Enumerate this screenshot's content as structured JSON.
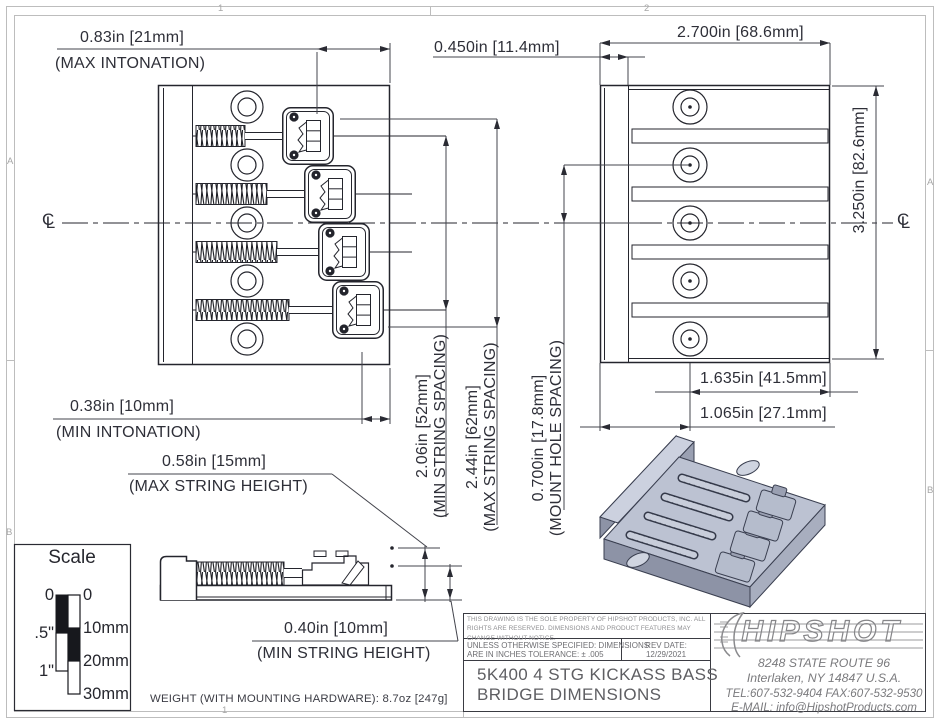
{
  "frame": {
    "zone_top": [
      "1",
      "2"
    ],
    "zone_bottom": [
      "1"
    ],
    "zone_left": [
      "A",
      "B"
    ],
    "zone_right": [
      "A",
      "B"
    ]
  },
  "symbols": {
    "centerline_c": "C",
    "centerline_l": "L"
  },
  "dimensions": {
    "max_intonation": {
      "value": "0.83in [21mm]",
      "label": "(MAX INTONATION)"
    },
    "min_intonation": {
      "value": "0.38in [10mm]",
      "label": "(MIN INTONATION)"
    },
    "flange_width": {
      "value": "0.450in [11.4mm]"
    },
    "plate_width": {
      "value": "2.700in [68.6mm]"
    },
    "plate_length": {
      "value": "3.250in [82.6mm]"
    },
    "min_string_spacing": {
      "value": "2.06in [52mm]",
      "label": "(MIN STRING SPACING)"
    },
    "max_string_spacing": {
      "value": "2.44in [62mm]",
      "label": "(MAX STRING SPACING)"
    },
    "mount_hole_spacing": {
      "value": "0.700in [17.8mm]",
      "label": "(MOUNT HOLE SPACING)"
    },
    "hole_to_back_edge": {
      "value": "1.635in [41.5mm]"
    },
    "hole_to_front_edge": {
      "value": "1.065in [27.1mm]"
    },
    "max_string_height": {
      "value": "0.58in [15mm]",
      "label": "(MAX STRING HEIGHT)"
    },
    "min_string_height": {
      "value": "0.40in [10mm]",
      "label": "(MIN STRING HEIGHT)"
    }
  },
  "notes": {
    "weight": "WEIGHT (WITH MOUNTING HARDWARE): 8.7oz [247g]"
  },
  "scale_box": {
    "title": "Scale",
    "inch_ticks": [
      "0",
      ".5\"",
      "1\""
    ],
    "mm_ticks": [
      "0",
      "10mm",
      "20mm",
      "30mm"
    ]
  },
  "title_block": {
    "disclaimer": "THIS DRAWING IS THE SOLE PROPERTY OF HIPSHOT PRODUCTS, INC. ALL RIGHTS ARE RESERVED. DIMENSIONS AND PRODUCT FEATURES MAY CHANGE WITHOUT NOTICE.",
    "tolerance_line1": "UNLESS OTHERWISE SPECIFIED: DIMENSIONS",
    "tolerance_line2": "ARE IN INCHES TOLERANCE:  ± .005",
    "rev_date_label": "REV DATE:",
    "rev_date": "12/29/2021",
    "title_line1": "5K400 4 STG KICKASS BASS",
    "title_line2": "BRIDGE DIMENSIONS",
    "brand": "HIPSHOT",
    "address_line1": "8248 STATE ROUTE 96",
    "address_line2": "Interlaken, NY 14847 U.S.A.",
    "phone": "TEL:607-532-9404 FAX:607-532-9530",
    "email": "E-MAIL: info@HipshotProducts.com"
  },
  "colors": {
    "ink": "#2a2b33",
    "frame": "#bdbdbd",
    "render_body": "#bcc2d2",
    "render_light": "#ccd1df",
    "render_mid": "#a8aebf",
    "render_shadow": "#8d93a6",
    "render_outline": "#3a3f50"
  }
}
